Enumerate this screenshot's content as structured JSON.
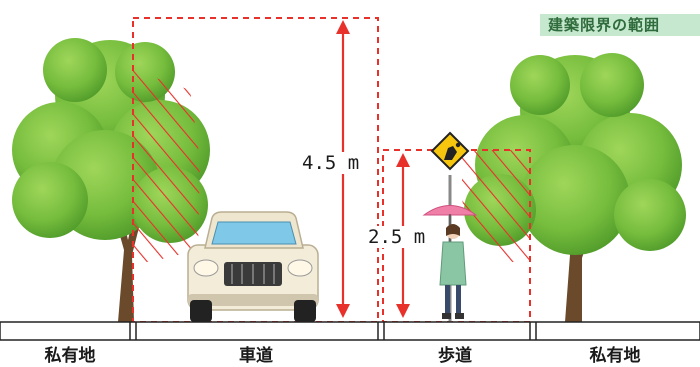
{
  "title": "建築限界の範囲",
  "dimensions": {
    "roadway_height": "4.5 m",
    "sidewalk_height": "2.5 m"
  },
  "zones": [
    {
      "key": "private_left",
      "label": "私有地"
    },
    {
      "key": "roadway",
      "label": "車道"
    },
    {
      "key": "sidewalk",
      "label": "歩道"
    },
    {
      "key": "private_right",
      "label": "私有地"
    }
  ],
  "colors": {
    "clearance_line": "#e8312b",
    "hatch": "#e8312b",
    "foliage": "#7cc242",
    "foliage_dark": "#4f9a2a",
    "trunk": "#6b4a2b",
    "ground": "#222222",
    "title_bg": "#c6e8cf"
  },
  "icons": {
    "warning_sign": "falling-rocks-warning-sign-icon",
    "car": "suv-car-icon",
    "pedestrian": "pedestrian-with-umbrella-icon"
  }
}
